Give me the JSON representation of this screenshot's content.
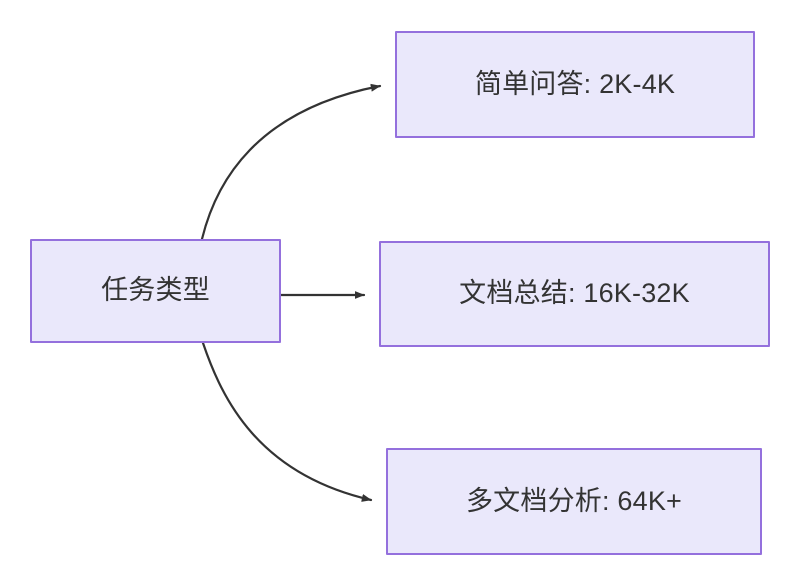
{
  "diagram": {
    "type": "flowchart",
    "direction": "left-to-right",
    "background_color": "#ffffff",
    "node_fill_color": "#eae8fb",
    "node_border_color": "#9470dd",
    "node_text_color": "#333333",
    "edge_color": "#333333",
    "source": {
      "id": "source",
      "label": "任务类型"
    },
    "targets": [
      {
        "id": "target-0",
        "label": "简单问答: 2K-4K",
        "edge_style": "curved"
      },
      {
        "id": "target-1",
        "label": "文档总结: 16K-32K",
        "edge_style": "straight"
      },
      {
        "id": "target-2",
        "label": "多文档分析: 64K+",
        "edge_style": "curved"
      }
    ]
  }
}
